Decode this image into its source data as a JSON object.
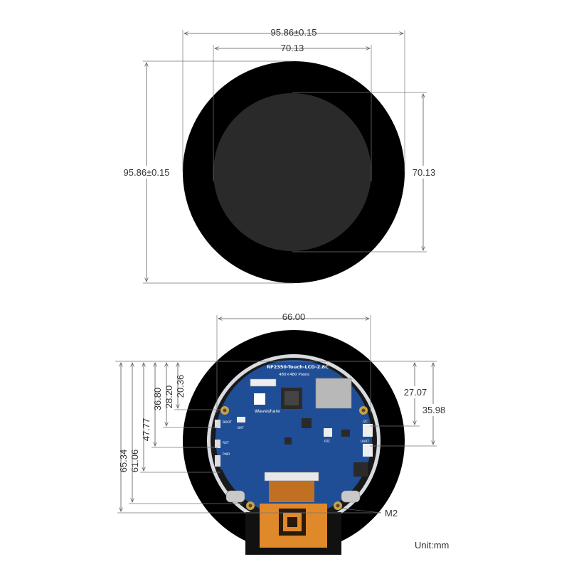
{
  "front_view": {
    "outer_diameter": "95.86±0.15",
    "active_area_width": "70.13",
    "outer_height": "95.86±0.15",
    "active_area_height": "70.13"
  },
  "back_view": {
    "board_width": "66.00",
    "vertical_dims": [
      "65.34",
      "61.06",
      "47.77",
      "36.80",
      "28.20",
      "20.36"
    ],
    "right_dims": [
      "27.07",
      "35.98"
    ],
    "hole_label": "M2",
    "board_title": "RP2350-Touch-LCD-2.8C",
    "board_subtitle": "480×480 Pixels",
    "brand": "Waveshare",
    "silk_labels": {
      "boot": "BOOT",
      "bat": "BAT",
      "rst": "RST",
      "rtc": "RTC",
      "i2c": "I2C",
      "uart": "UART",
      "pwr": "PWR"
    }
  },
  "unit_label": "Unit:mm",
  "colors": {
    "bezel": "#000000",
    "screen": "#2a2a2a",
    "pcb": "#1f4e96",
    "flex": "#e0892b"
  }
}
